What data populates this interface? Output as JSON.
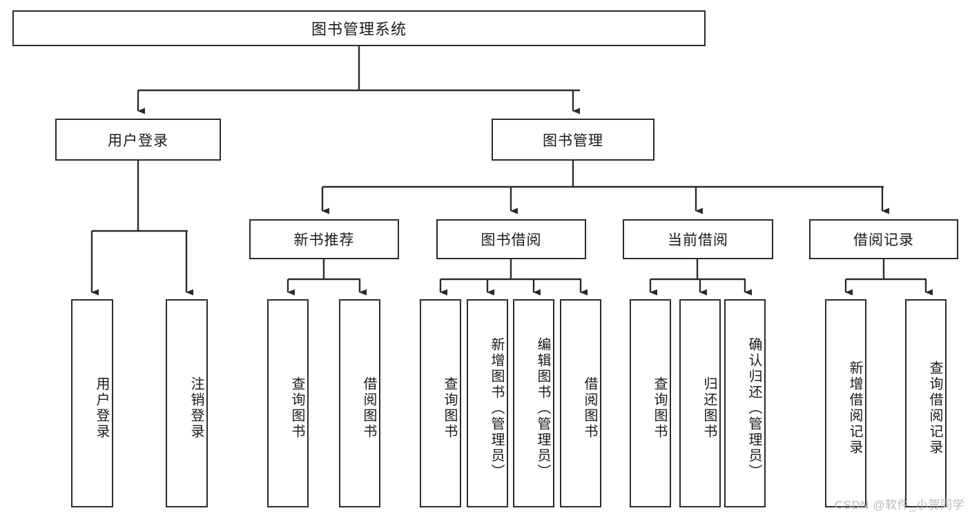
{
  "diagram": {
    "type": "tree-hierarchy",
    "title": "图书管理系统",
    "root": {
      "id": "root",
      "label": "图书管理系统"
    },
    "level1": [
      {
        "id": "user-login",
        "label": "用户登录"
      },
      {
        "id": "book-manage",
        "label": "图书管理"
      }
    ],
    "level2": [
      {
        "id": "new-book-rec",
        "label": "新书推荐",
        "parent": "book-manage"
      },
      {
        "id": "book-borrow",
        "label": "图书借阅",
        "parent": "book-manage"
      },
      {
        "id": "current-borrow",
        "label": "当前借阅",
        "parent": "book-manage"
      },
      {
        "id": "borrow-record",
        "label": "借阅记录",
        "parent": "book-manage"
      }
    ],
    "leaves": [
      {
        "id": "leaf-user-login",
        "label": "用户登录",
        "parent": "user-login"
      },
      {
        "id": "leaf-logout",
        "label": "注销登录",
        "parent": "user-login"
      },
      {
        "id": "leaf-query-book-1",
        "label": "查询图书",
        "parent": "new-book-rec"
      },
      {
        "id": "leaf-borrow-book-1",
        "label": "借阅图书",
        "parent": "new-book-rec"
      },
      {
        "id": "leaf-query-book-2",
        "label": "查询图书",
        "parent": "book-borrow"
      },
      {
        "id": "leaf-add-book",
        "label": "新增图书（管理员）",
        "parent": "book-borrow"
      },
      {
        "id": "leaf-edit-book",
        "label": "编辑图书（管理员）",
        "parent": "book-borrow"
      },
      {
        "id": "leaf-borrow-book-2",
        "label": "借阅图书",
        "parent": "book-borrow"
      },
      {
        "id": "leaf-query-book-3",
        "label": "查询图书",
        "parent": "current-borrow"
      },
      {
        "id": "leaf-return-book",
        "label": "归还图书",
        "parent": "current-borrow"
      },
      {
        "id": "leaf-confirm-return",
        "label": "确认归还（管理员）",
        "parent": "current-borrow"
      },
      {
        "id": "leaf-add-record",
        "label": "新增借阅记录",
        "parent": "borrow-record"
      },
      {
        "id": "leaf-query-record",
        "label": "查询借阅记录",
        "parent": "borrow-record"
      }
    ],
    "colors": {
      "box_border": "#2b2b2b",
      "box_fill": "#ffffff",
      "line": "#2b2b2b",
      "text": "#1a1a1a",
      "watermark": "#b9b9b9",
      "background": "#ffffff"
    }
  },
  "watermark": {
    "text": "CSDN @软件_小贺同学"
  }
}
